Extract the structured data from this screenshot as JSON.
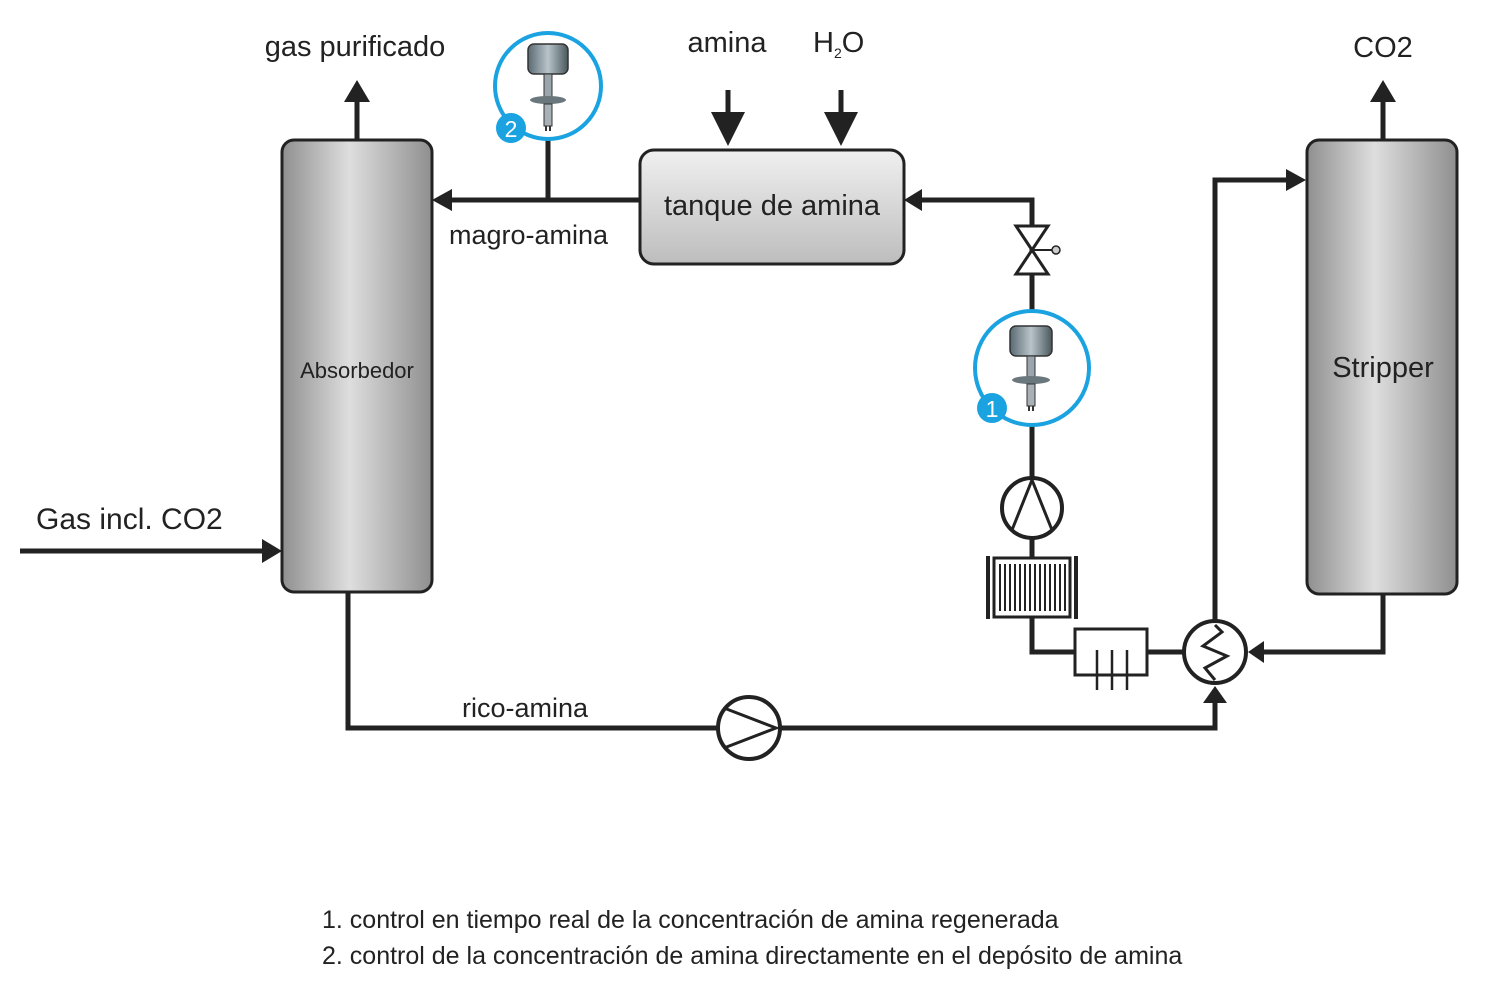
{
  "labels": {
    "gas_purificado": "gas purificado",
    "amina": "amina",
    "h2o_h": "H",
    "h2o_sub": "2",
    "h2o_o": "O",
    "co2_top": "CO2",
    "tanque": "tanque de amina",
    "magro_amina": "magro-amina",
    "absorbedor": "Absorbedor",
    "stripper": "Stripper",
    "gas_incl": "Gas incl. CO2",
    "rico_amina": "rico-amina"
  },
  "sensors": [
    {
      "number": "1"
    },
    {
      "number": "2"
    }
  ],
  "legend": [
    "1. control en tiempo real de la concentración de amina regenerada",
    "2. control de la concentración de amina directamente en el depósito de amina"
  ],
  "colors": {
    "line": "#222222",
    "accent": "#1aa3e0",
    "vessel_light": "#e6e6e6",
    "vessel_dark": "#8f8f8f"
  }
}
